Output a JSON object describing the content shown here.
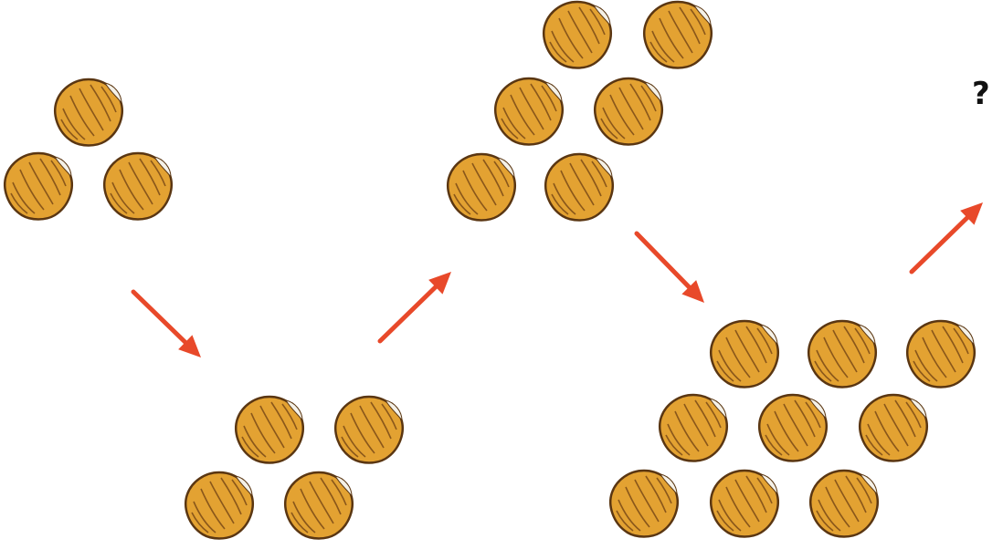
{
  "question_mark": "?",
  "groups": [
    {
      "name": "group-1",
      "count": 3
    },
    {
      "name": "group-2",
      "count": 4
    },
    {
      "name": "group-3",
      "count": 6
    },
    {
      "name": "group-4",
      "count": 9
    }
  ],
  "colors": {
    "nut_fill": "#e3a232",
    "nut_shade": "#b97a1a",
    "nut_outline": "#5a3612",
    "nut_stripe": "#7a4a16",
    "nut_tip": "#f4f1e8",
    "arrow": "#e8492a"
  },
  "icons": {
    "nut": "hazelnut-icon",
    "arrow": "arrow-icon"
  }
}
